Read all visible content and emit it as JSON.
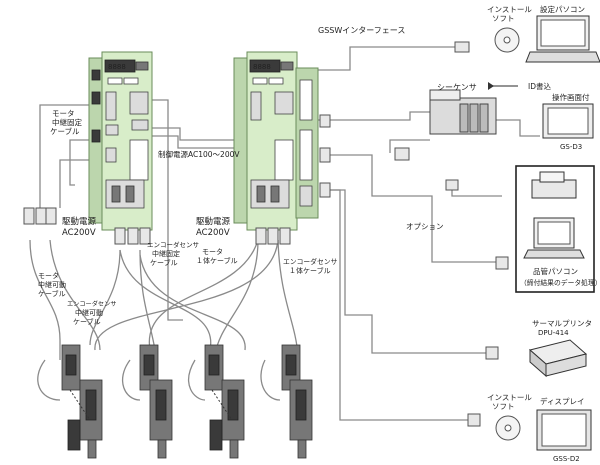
{
  "labels": {
    "gss_interface": "GSSWインターフェース",
    "install_soft_top": [
      "インストール",
      "ソフト"
    ],
    "setting_pc": "設定パソコン",
    "sequencer": "シーケンサ",
    "id_write": "ID書込",
    "operation_panel": "操作画面付",
    "gs_d3": "GS-D3",
    "option": "オプション",
    "qc_pc": "品管パソコン",
    "qc_pc_sub": "（締付結果のデータ処理）",
    "thermal_printer": "サーマルプリンタ",
    "printer_model": "DPU-414",
    "install_soft_bottom": [
      "インストール",
      "ソフト"
    ],
    "display": "ディスプレイ",
    "gss_d2": "GSS-D2",
    "control_power": "制御電源AC100～200V",
    "motor_fixed_cable": [
      "モータ",
      "中継固定",
      "ケーブル"
    ],
    "drive_power_left": [
      "駆動電源",
      "AC200V"
    ],
    "drive_power_right": [
      "駆動電源",
      "AC200V"
    ],
    "encoder_fixed_cable": [
      "エンコーダセンサ",
      "中継固定",
      "ケーブル"
    ],
    "motor_one_cable": [
      "モータ",
      "１体ケーブル"
    ],
    "encoder_one_cable": [
      "エンコーダセンサ",
      "１体ケーブル"
    ],
    "motor_movable_cable": [
      "モータ",
      "中継可動",
      "ケーブル"
    ],
    "encoder_movable_cable": [
      "エンコーダセンサ",
      "中継可動",
      "ケーブル"
    ]
  },
  "colors": {
    "driver_green": "#d8edc9",
    "wire_gray": "#8a8a8a",
    "outline": "#222222"
  }
}
